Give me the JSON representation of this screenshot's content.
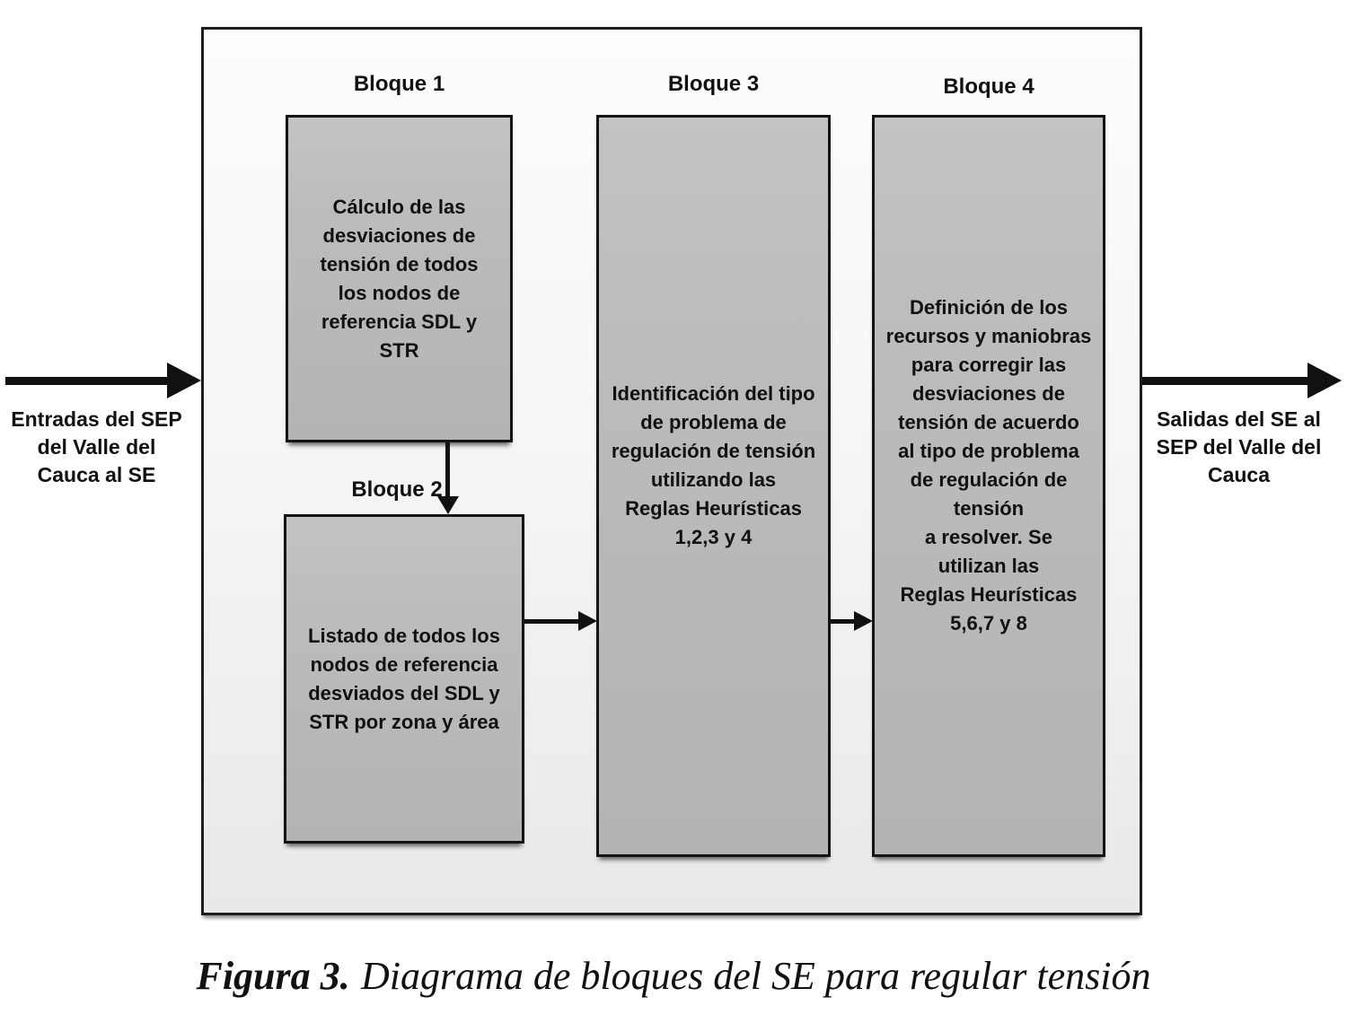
{
  "figure": {
    "caption": {
      "label": "Figura 3.",
      "text": "Diagrama de bloques del SE para regular tensión"
    }
  },
  "diagram": {
    "input_label": "Entradas del SEP\ndel Valle del\nCauca al SE",
    "output_label": "Salidas del SE al\nSEP del Valle del\nCauca",
    "blocks": [
      {
        "title": "Bloque 1",
        "text": "Cálculo de las\ndesviaciones de\ntensión de todos\nlos nodos de\nreferencia SDL y\nSTR"
      },
      {
        "title": "Bloque 2",
        "text": "Listado de todos los\nnodos de referencia\ndesviados del SDL y\nSTR por zona y área"
      },
      {
        "title": "Bloque 3",
        "text": "Identificación del tipo\nde problema de\nregulación de tensión\nutilizando las\nReglas Heurísticas\n1,2,3 y 4"
      },
      {
        "title": "Bloque 4",
        "text": "Definición de los\nrecursos y maniobras\npara corregir las\ndesviaciones de\ntensión de acuerdo\nal tipo de problema\nde regulación de\ntensión\na resolver. Se\nutilizan las\nReglas Heurísticas\n5,6,7 y 8"
      }
    ],
    "colors": {
      "block_fill": "#bcbcbc",
      "line": "#111111",
      "panel_fill_top": "#fdfdfd",
      "panel_fill_bottom": "#e9e9e9"
    }
  }
}
